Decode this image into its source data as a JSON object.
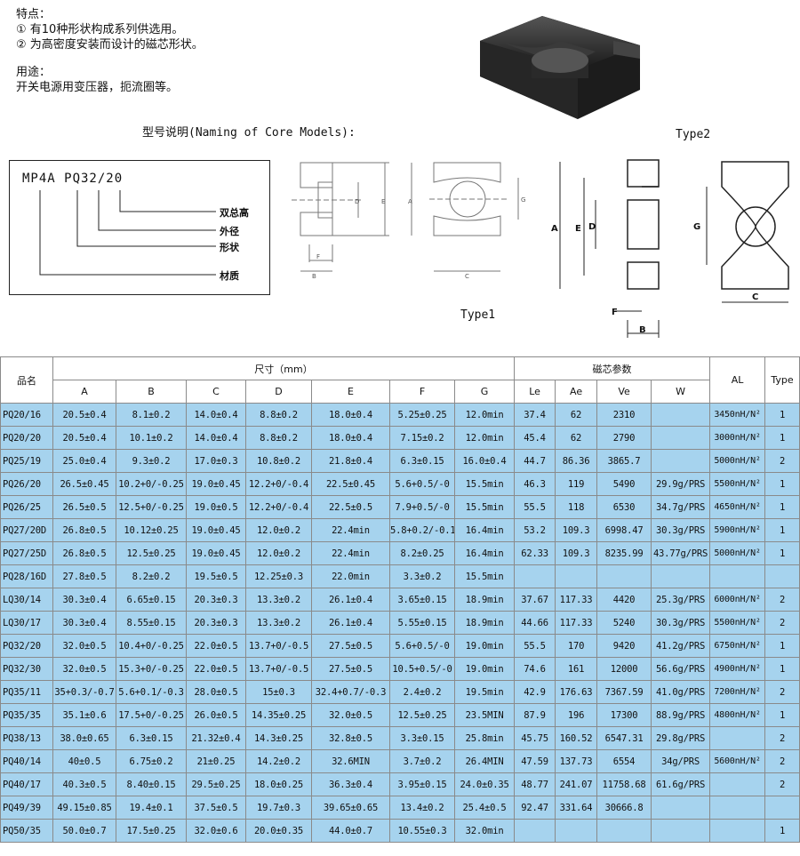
{
  "intro": {
    "features_title": "特点：",
    "feature_1": "①  有10种形状构成系列供选用。",
    "feature_2": "②  为高密度安装而设计的磁芯形状。",
    "usage_title": "用途：",
    "usage_text": "开关电源用变压器，扼流圈等。"
  },
  "naming": {
    "title": "型号说明(Naming of Core Models):",
    "model_code": "MP4A PQ32/20",
    "label_height": "双总高",
    "label_od": "外径",
    "label_shape": "形状",
    "label_material": "材质"
  },
  "drawings": {
    "type1_label": "Type1",
    "type2_label": "Type2",
    "dim_a": "A",
    "dim_b": "B",
    "dim_c": "C",
    "dim_d": "D",
    "dim_e": "E",
    "dim_f": "F",
    "dim_g": "G"
  },
  "table": {
    "header_name": "品名",
    "header_size": "尺寸（mm）",
    "header_params": "磁芯参数",
    "header_al": "AL",
    "header_type": "Type",
    "sub": [
      "A",
      "B",
      "C",
      "D",
      "E",
      "F",
      "G",
      "Le",
      "Ae",
      "Ve",
      "W"
    ],
    "rows": [
      [
        "PQ20/16",
        "20.5±0.4",
        "8.1±0.2",
        "14.0±0.4",
        "8.8±0.2",
        "18.0±0.4",
        "5.25±0.25",
        "12.0min",
        "37.4",
        "62",
        "2310",
        "",
        "3450nH/N²",
        "1"
      ],
      [
        "PQ20/20",
        "20.5±0.4",
        "10.1±0.2",
        "14.0±0.4",
        "8.8±0.2",
        "18.0±0.4",
        "7.15±0.2",
        "12.0min",
        "45.4",
        "62",
        "2790",
        "",
        "3000nH/N²",
        "1"
      ],
      [
        "PQ25/19",
        "25.0±0.4",
        "9.3±0.2",
        "17.0±0.3",
        "10.8±0.2",
        "21.8±0.4",
        "6.3±0.15",
        "16.0±0.4",
        "44.7",
        "86.36",
        "3865.7",
        "",
        "5000nH/N²",
        "2"
      ],
      [
        "PQ26/20",
        "26.5±0.45",
        "10.2+0/-0.25",
        "19.0±0.45",
        "12.2+0/-0.4",
        "22.5±0.45",
        "5.6+0.5/-0",
        "15.5min",
        "46.3",
        "119",
        "5490",
        "29.9g/PRS",
        "5500nH/N²",
        "1"
      ],
      [
        "PQ26/25",
        "26.5±0.5",
        "12.5+0/-0.25",
        "19.0±0.5",
        "12.2+0/-0.4",
        "22.5±0.5",
        "7.9+0.5/-0",
        "15.5min",
        "55.5",
        "118",
        "6530",
        "34.7g/PRS",
        "4650nH/N²",
        "1"
      ],
      [
        "PQ27/20D",
        "26.8±0.5",
        "10.12±0.25",
        "19.0±0.45",
        "12.0±0.2",
        "22.4min",
        "5.8+0.2/-0.1",
        "16.4min",
        "53.2",
        "109.3",
        "6998.47",
        "30.3g/PRS",
        "5900nH/N²",
        "1"
      ],
      [
        "PQ27/25D",
        "26.8±0.5",
        "12.5±0.25",
        "19.0±0.45",
        "12.0±0.2",
        "22.4min",
        "8.2±0.25",
        "16.4min",
        "62.33",
        "109.3",
        "8235.99",
        "43.77g/PRS",
        "5000nH/N²",
        "1"
      ],
      [
        "PQ28/16D",
        "27.8±0.5",
        "8.2±0.2",
        "19.5±0.5",
        "12.25±0.3",
        "22.0min",
        "3.3±0.2",
        "15.5min",
        "",
        "",
        "",
        "",
        "",
        ""
      ],
      [
        "LQ30/14",
        "30.3±0.4",
        "6.65±0.15",
        "20.3±0.3",
        "13.3±0.2",
        "26.1±0.4",
        "3.65±0.15",
        "18.9min",
        "37.67",
        "117.33",
        "4420",
        "25.3g/PRS",
        "6000nH/N²",
        "2"
      ],
      [
        "LQ30/17",
        "30.3±0.4",
        "8.55±0.15",
        "20.3±0.3",
        "13.3±0.2",
        "26.1±0.4",
        "5.55±0.15",
        "18.9min",
        "44.66",
        "117.33",
        "5240",
        "30.3g/PRS",
        "5500nH/N²",
        "2"
      ],
      [
        "PQ32/20",
        "32.0±0.5",
        "10.4+0/-0.25",
        "22.0±0.5",
        "13.7+0/-0.5",
        "27.5±0.5",
        "5.6+0.5/-0",
        "19.0min",
        "55.5",
        "170",
        "9420",
        "41.2g/PRS",
        "6750nH/N²",
        "1"
      ],
      [
        "PQ32/30",
        "32.0±0.5",
        "15.3+0/-0.25",
        "22.0±0.5",
        "13.7+0/-0.5",
        "27.5±0.5",
        "10.5+0.5/-0",
        "19.0min",
        "74.6",
        "161",
        "12000",
        "56.6g/PRS",
        "4900nH/N²",
        "1"
      ],
      [
        "PQ35/11",
        "35+0.3/-0.7",
        "5.6+0.1/-0.3",
        "28.0±0.5",
        "15±0.3",
        "32.4+0.7/-0.3",
        "2.4±0.2",
        "19.5min",
        "42.9",
        "176.63",
        "7367.59",
        "41.0g/PRS",
        "7200nH/N²",
        "2"
      ],
      [
        "PQ35/35",
        "35.1±0.6",
        "17.5+0/-0.25",
        "26.0±0.5",
        "14.35±0.25",
        "32.0±0.5",
        "12.5±0.25",
        "23.5MIN",
        "87.9",
        "196",
        "17300",
        "88.9g/PRS",
        "4800nH/N²",
        "1"
      ],
      [
        "PQ38/13",
        "38.0±0.65",
        "6.3±0.15",
        "21.32±0.4",
        "14.3±0.25",
        "32.8±0.5",
        "3.3±0.15",
        "25.8min",
        "45.75",
        "160.52",
        "6547.31",
        "29.8g/PRS",
        "",
        "2"
      ],
      [
        "PQ40/14",
        "40±0.5",
        "6.75±0.2",
        "21±0.25",
        "14.2±0.2",
        "32.6MIN",
        "3.7±0.2",
        "26.4MIN",
        "47.59",
        "137.73",
        "6554",
        "34g/PRS",
        "5600nH/N²",
        "2"
      ],
      [
        "PQ40/17",
        "40.3±0.5",
        "8.40±0.15",
        "29.5±0.25",
        "18.0±0.25",
        "36.3±0.4",
        "3.95±0.15",
        "24.0±0.35",
        "48.77",
        "241.07",
        "11758.68",
        "61.6g/PRS",
        "",
        "2"
      ],
      [
        "PQ49/39",
        "49.15±0.85",
        "19.4±0.1",
        "37.5±0.5",
        "19.7±0.3",
        "39.65±0.65",
        "13.4±0.2",
        "25.4±0.5",
        "92.47",
        "331.64",
        "30666.8",
        "",
        "",
        ""
      ],
      [
        "PQ50/35",
        "50.0±0.7",
        "17.5±0.25",
        "32.0±0.6",
        "20.0±0.35",
        "44.0±0.7",
        "10.55±0.3",
        "32.0min",
        "",
        "",
        "",
        "",
        "",
        "1"
      ]
    ]
  }
}
